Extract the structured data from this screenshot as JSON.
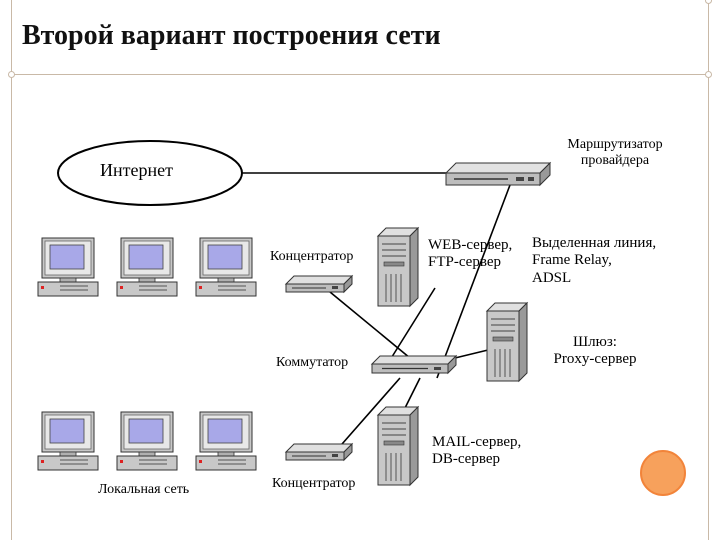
{
  "title": "Второй вариант построения сети",
  "labels": {
    "internet": "Интернет",
    "router_line1": "Маршрутизатор",
    "router_line2": "провайдера",
    "hub_top": "Концентратор",
    "web_line1": "WEB-сервер,",
    "web_line2": "FTP-сервер",
    "leased_line1": "Выделенная линия,",
    "leased_line2": "Frame Relay,",
    "leased_line3": "ADSL",
    "gateway_line1": "Шлюз:",
    "gateway_line2": "Proxy-сервер",
    "switch": "Коммутатор",
    "mail_line1": "MAIL-сервер,",
    "mail_line2": "DB-сервер",
    "lan": "Локальная сеть",
    "hub_bottom": "Концентратор"
  },
  "icons": {
    "cloud": "internet-ellipse-icon",
    "router": "router-icon",
    "hub": "hub-icon",
    "switch": "switch-icon",
    "server": "tower-server-icon",
    "workstation": "workstation-icon"
  },
  "colors": {
    "line": "#000000",
    "device_gray": "#c8c8c8",
    "screen_blue": "#a8a8e8",
    "accent_orange": "#f7a15c",
    "frame": "#c9b9a7"
  }
}
